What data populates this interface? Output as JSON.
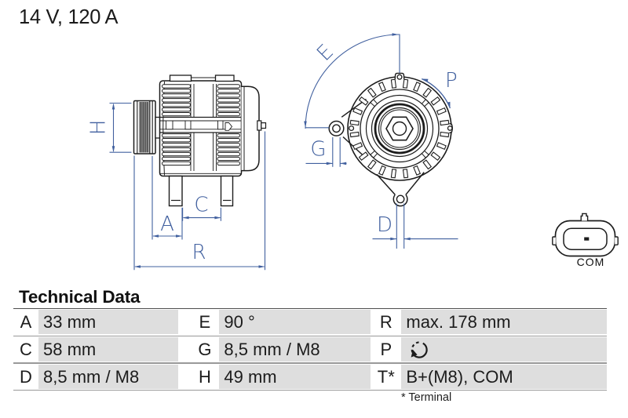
{
  "product": {
    "rating": "14 V, 120 A"
  },
  "diagram": {
    "dimension_labels": {
      "H": "H",
      "A": "A",
      "C": "C",
      "R": "R",
      "E": "E",
      "P": "P",
      "G": "G",
      "D": "D"
    },
    "connector_label": "COM",
    "line_color": "#1c1c1c",
    "dimension_color": "#41609f"
  },
  "table": {
    "title": "Technical Data",
    "rows": [
      {
        "cells": [
          {
            "key": "A",
            "value": "33 mm"
          },
          {
            "key": "E",
            "value": "90 °"
          },
          {
            "key": "R",
            "value": "max. 178 mm"
          }
        ]
      },
      {
        "cells": [
          {
            "key": "C",
            "value": "58 mm"
          },
          {
            "key": "G",
            "value": "8,5 mm / M8"
          },
          {
            "key": "P",
            "value": "",
            "icon": "rotation-direction-icon"
          }
        ]
      },
      {
        "cells": [
          {
            "key": "D",
            "value": "8,5 mm / M8"
          },
          {
            "key": "H",
            "value": "49 mm"
          },
          {
            "key": "T*",
            "value": "B+(M8), COM"
          }
        ]
      }
    ],
    "footnote": "* Terminal",
    "row_background": "#dedede",
    "separator_color": "#999999"
  }
}
